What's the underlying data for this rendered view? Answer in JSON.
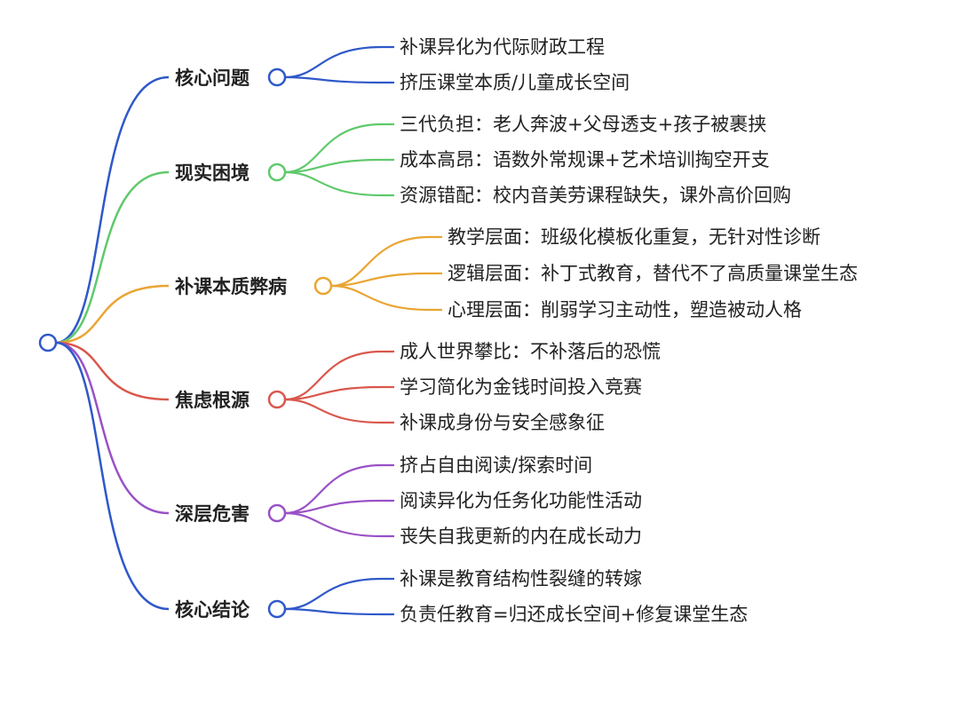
{
  "mindmap": {
    "branches": [
      {
        "title": "核心问题",
        "color": "#2f58c9",
        "items": [
          "补课异化为代际财政工程",
          "挤压课堂本质/儿童成长空间"
        ]
      },
      {
        "title": "现实困境",
        "color": "#5fc96c",
        "items": [
          "三代负担：老人奔波+父母透支+孩子被裹挟",
          "成本高昂：语数外常规课+艺术培训掏空开支",
          "资源错配：校内音美劳课程缺失，课外高价回购"
        ]
      },
      {
        "title": "补课本质弊病",
        "color": "#e9a531",
        "items": [
          "教学层面：班级化模板化重复，无针对性诊断",
          "逻辑层面：补丁式教育，替代不了高质量课堂生态",
          "心理层面：削弱学习主动性，塑造被动人格"
        ]
      },
      {
        "title": "焦虑根源",
        "color": "#d9574c",
        "items": [
          "成人世界攀比：不补落后的恐慌",
          "学习简化为金钱时间投入竞赛",
          "补课成身份与安全感象征"
        ]
      },
      {
        "title": "深层危害",
        "color": "#9951c6",
        "items": [
          "挤占自由阅读/探索时间",
          "阅读异化为任务化功能性活动",
          "丧失自我更新的内在成长动力"
        ]
      },
      {
        "title": "核心结论",
        "color": "#2f58c9",
        "items": [
          "补课是教育结构性裂缝的转嫁",
          "负责任教育=归还成长空间+修复课堂生态"
        ]
      }
    ]
  }
}
